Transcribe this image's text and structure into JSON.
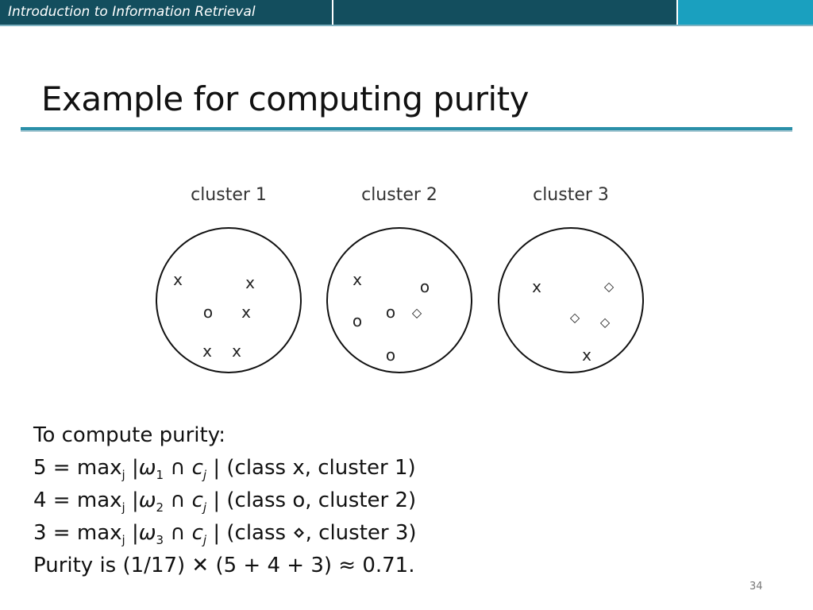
{
  "header": {
    "course_title": "Introduction to Information Retrieval",
    "colors": {
      "dark_bar": "#134e5e",
      "accent_bar": "#1aa0bf"
    }
  },
  "slide": {
    "title": "Example for computing purity",
    "page_number": "34"
  },
  "diagram": {
    "clusters": [
      {
        "label": "cluster 1",
        "points": [
          {
            "symbol": "x"
          },
          {
            "symbol": "x"
          },
          {
            "symbol": "o"
          },
          {
            "symbol": "x"
          },
          {
            "symbol": "x"
          },
          {
            "symbol": "x"
          }
        ]
      },
      {
        "label": "cluster 2",
        "points": [
          {
            "symbol": "x"
          },
          {
            "symbol": "o"
          },
          {
            "symbol": "o"
          },
          {
            "symbol": "o"
          },
          {
            "symbol": "◇"
          },
          {
            "symbol": "o"
          }
        ]
      },
      {
        "label": "cluster 3",
        "points": [
          {
            "symbol": "x"
          },
          {
            "symbol": "◇"
          },
          {
            "symbol": "◇"
          },
          {
            "symbol": "◇"
          },
          {
            "symbol": "x"
          }
        ]
      }
    ]
  },
  "body": {
    "intro": "To compute purity:",
    "lines": [
      {
        "value": "5",
        "max": "max",
        "sub_j": "j",
        "omega": "ω",
        "omega_sub": "1",
        "cap": "∩",
        "c": "c",
        "c_sub": "j",
        "paren": "(class x, cluster 1)"
      },
      {
        "value": "4",
        "max": "max",
        "sub_j": "j",
        "omega": "ω",
        "omega_sub": "2",
        "cap": "∩",
        "c": "c",
        "c_sub": "j",
        "paren": "(class o, cluster 2)"
      },
      {
        "value": "3",
        "max": "max",
        "sub_j": "j",
        "omega": "ω",
        "omega_sub": "3",
        "cap": "∩",
        "c": "c",
        "c_sub": "j",
        "paren": "(class ⋄, cluster 3)"
      }
    ],
    "result": "Purity is (1/17) ✕ (5 + 4 + 3) ≈ 0.71."
  }
}
